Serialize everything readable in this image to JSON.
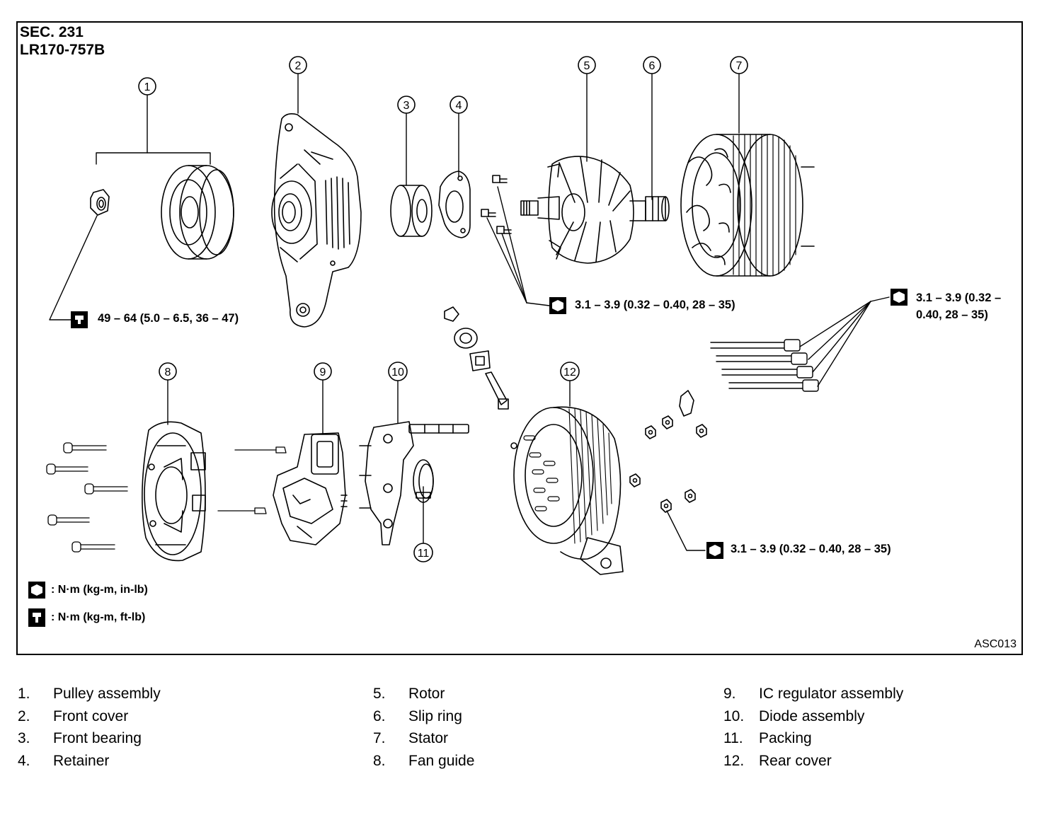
{
  "header": {
    "sec": "SEC. 231",
    "code": "LR170-757B"
  },
  "figure_id": "ASC013",
  "callout_numbers": [
    "1",
    "2",
    "3",
    "4",
    "5",
    "6",
    "7",
    "8",
    "9",
    "10",
    "11",
    "12"
  ],
  "torque_specs": {
    "pulley_nut": "49 – 64 (5.0 – 6.5, 36 – 47)",
    "retainer_screws": "3.1 – 3.9 (0.32 – 0.40, 28 – 35)",
    "through_bolts": "3.1 – 3.9 (0.32 – 0.40, 28 – 35)",
    "rear_nuts": "3.1 – 3.9 (0.32 – 0.40, 28 – 35)"
  },
  "legend": {
    "in_lb": ": N·m (kg-m, in-lb)",
    "ft_lb": ": N·m (kg-m, ft-lb)"
  },
  "parts": [
    {
      "num": "1.",
      "name": "Pulley assembly"
    },
    {
      "num": "2.",
      "name": "Front cover"
    },
    {
      "num": "3.",
      "name": "Front bearing"
    },
    {
      "num": "4.",
      "name": "Retainer"
    },
    {
      "num": "5.",
      "name": "Rotor"
    },
    {
      "num": "6.",
      "name": "Slip ring"
    },
    {
      "num": "7.",
      "name": "Stator"
    },
    {
      "num": "8.",
      "name": "Fan guide"
    },
    {
      "num": "9.",
      "name": "IC regulator assembly"
    },
    {
      "num": "10.",
      "name": "Diode assembly"
    },
    {
      "num": "11.",
      "name": "Packing"
    },
    {
      "num": "12.",
      "name": "Rear cover"
    }
  ]
}
